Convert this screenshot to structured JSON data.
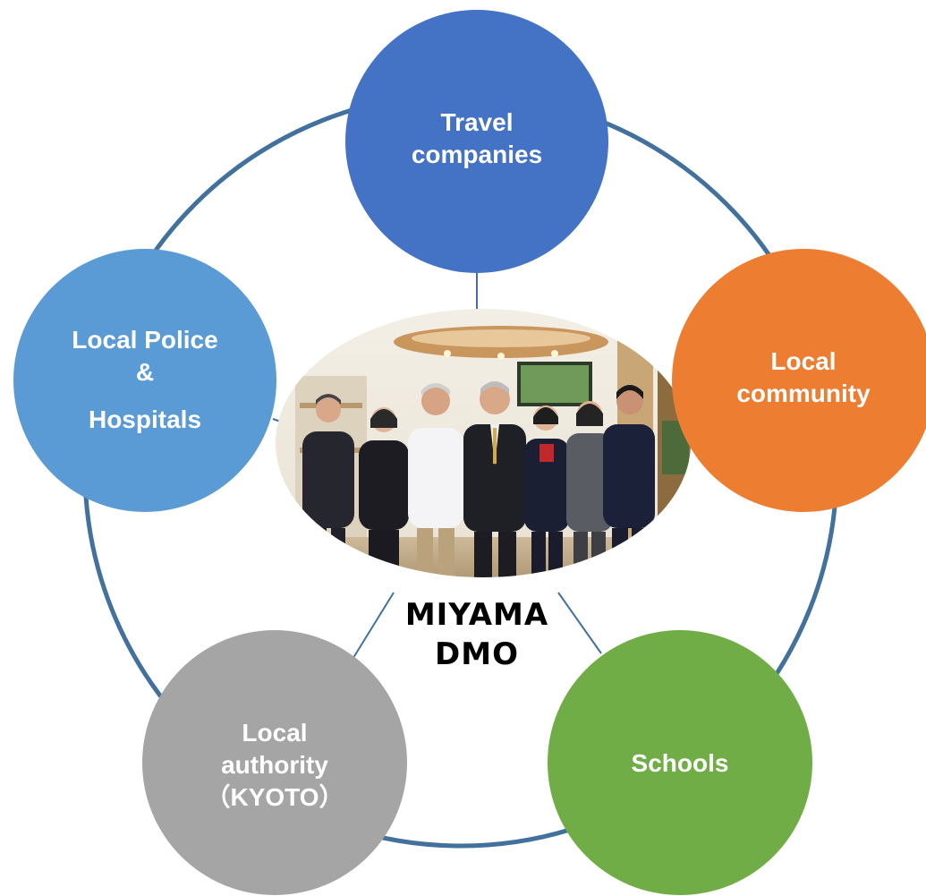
{
  "center": {
    "label_line1": "MIYAMA",
    "label_line2": "DMO",
    "photo": "team-photo"
  },
  "nodes": {
    "travel": {
      "line1": "Travel",
      "line2": "companies",
      "color": "#4472C4"
    },
    "community": {
      "line1": "Local",
      "line2": "community",
      "color": "#ED7D31"
    },
    "schools": {
      "line1": "Schools",
      "color": "#70AD47"
    },
    "authority": {
      "line1": "Local",
      "line2": "authority",
      "line3": "（KYOTO）",
      "color": "#A5A5A5"
    },
    "police": {
      "line1": "Local Police",
      "line2": "&",
      "line3": "Hospitals",
      "color": "#5B9BD5"
    }
  },
  "connector_color": "#41719C"
}
